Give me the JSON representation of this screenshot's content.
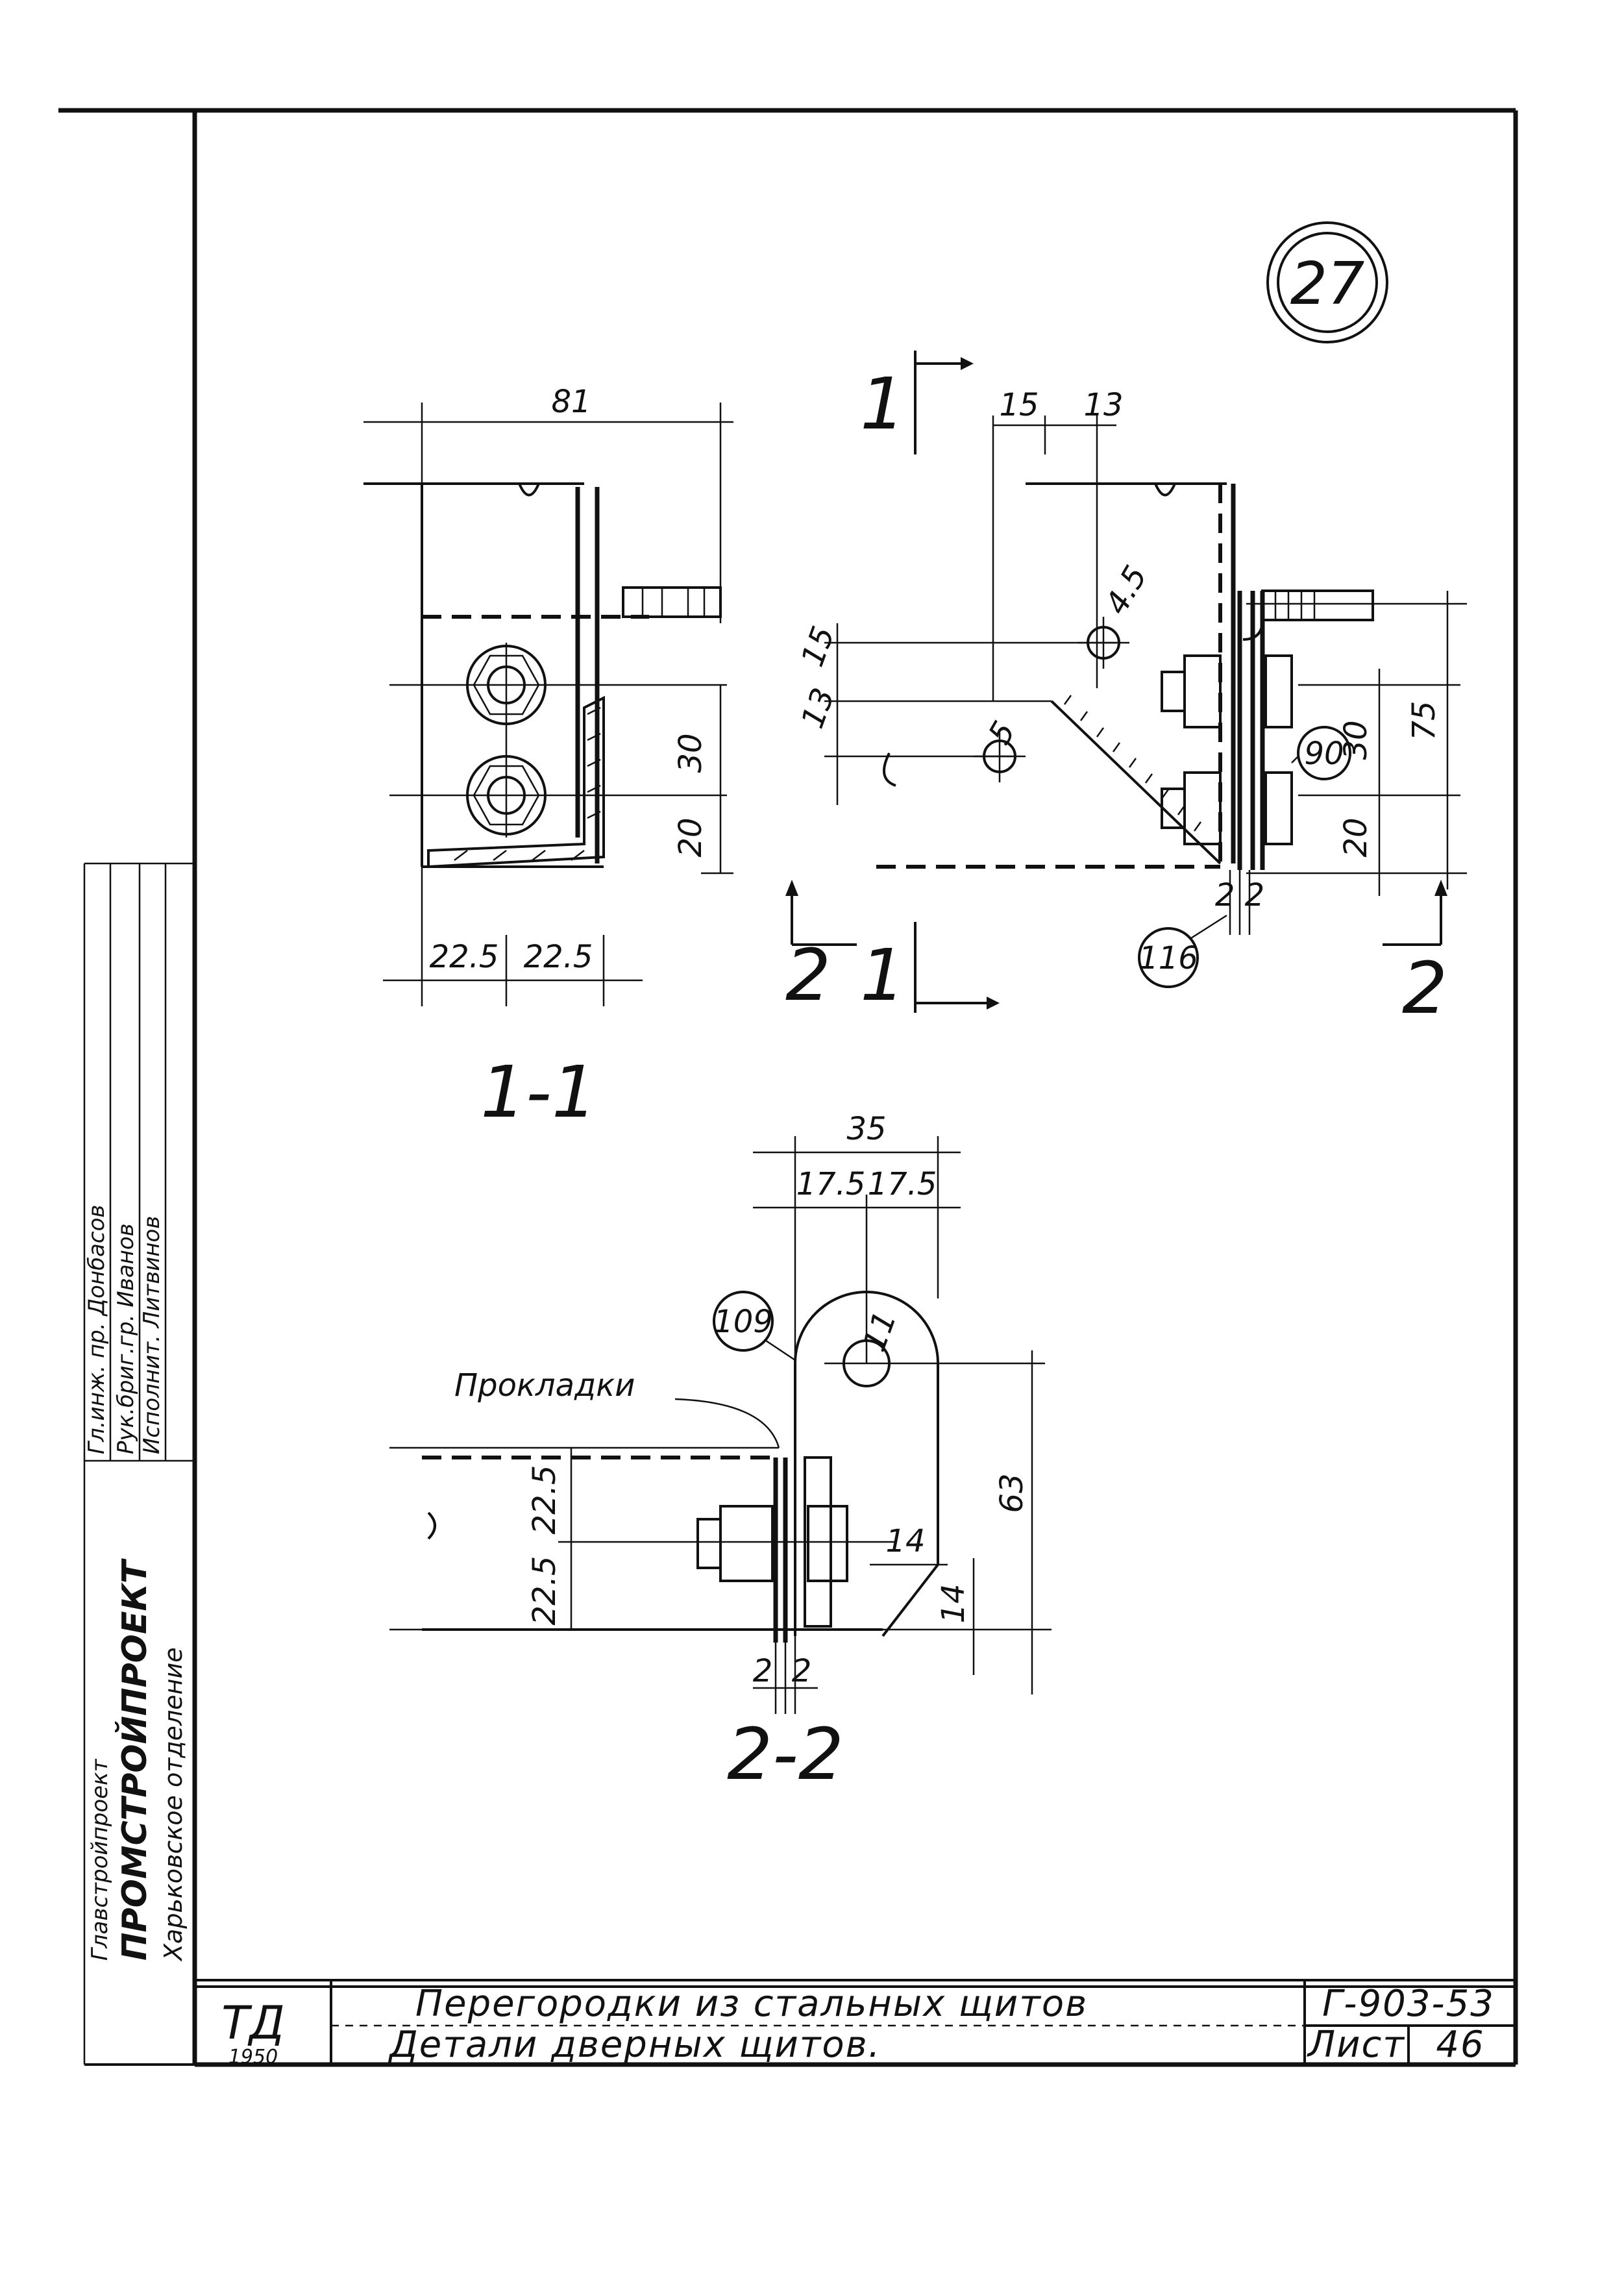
{
  "drawing_number": "27",
  "dimensions": {
    "width_81": "81",
    "w15": "15",
    "w13": "13",
    "dia45": "4.5",
    "dia5": "5",
    "h15": "15",
    "h13": "13",
    "h30a": "30",
    "h20a": "20",
    "h30b": "30",
    "h20b": "20",
    "h75": "75",
    "gap22": "2 2",
    "w225a": "22.5",
    "w225b": "22.5",
    "w35": "35",
    "w175a": "17.5",
    "w175b": "17.5",
    "dia11": "11",
    "h63": "63",
    "c14a": "14",
    "c14b": "14",
    "v225a": "22.5",
    "v225b": "22.5",
    "g2a": "2",
    "g2b": "2"
  },
  "callouts": {
    "c90": "90",
    "c116": "116",
    "c109": "109"
  },
  "section_marks": {
    "m1_top": "1",
    "m1_bottom": "1",
    "m2_left": "2",
    "m2_right": "2"
  },
  "section_titles": {
    "s11": "1-1",
    "s22": "2-2"
  },
  "labels": {
    "gasket": "Прокладки"
  },
  "side_stamp": {
    "org_line1": "Главстройпроект",
    "org_name": "ПРОМСТРОЙПРОЕКТ",
    "dept": "Харьковское отделение",
    "row1": "Гл.инж. пр.   Донбасов",
    "row2": "Рук.бриг.гр.   Иванов",
    "row3": "Исполнит.   Литвинов"
  },
  "title_block": {
    "logo_letters": "ТД",
    "logo_year": "1950",
    "title": "Перегородки из стальных щитов",
    "subtitle": "Детали дверных щитов.",
    "code": "Г-903-53",
    "sheet_label": "Лист",
    "sheet_number": "46"
  }
}
